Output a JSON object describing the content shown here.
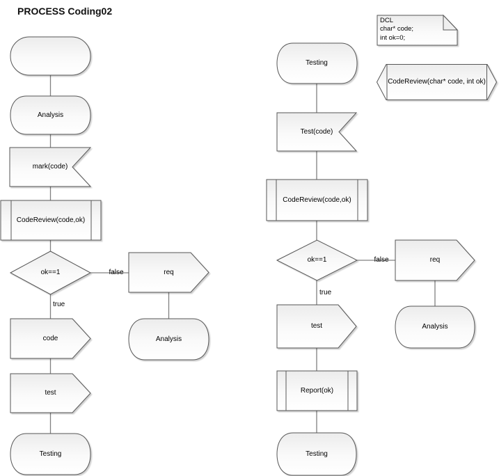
{
  "diagram": {
    "title": "PROCESS Coding02",
    "colors": {
      "background": "#ffffff",
      "shape_fill_top": "#ececec",
      "shape_fill_bottom": "#ffffff",
      "shape_stroke": "#575757",
      "connector": "#808080",
      "text": "#000000"
    },
    "left_flow": {
      "start": "",
      "analysis": "Analysis",
      "mark": "mark(code)",
      "code_review": "CodeReview(code,ok)",
      "decision": "ok==1",
      "false_label": "false",
      "true_label": "true",
      "req": "req",
      "req_analysis": "Analysis",
      "code": "code",
      "test": "test",
      "end": "Testing"
    },
    "right_flow": {
      "start": "Testing",
      "test_call": "Test(code)",
      "code_review": "CodeReview(code,ok)",
      "decision": "ok==1",
      "false_label": "false",
      "true_label": "true",
      "req": "req",
      "req_analysis": "Analysis",
      "test": "test",
      "report": "Report(ok)",
      "end": "Testing"
    },
    "declaration_note": {
      "lines": [
        "DCL",
        "char* code;",
        "int ok=0;"
      ]
    },
    "procedure_header": "CodeReview(char* code, int ok)"
  }
}
